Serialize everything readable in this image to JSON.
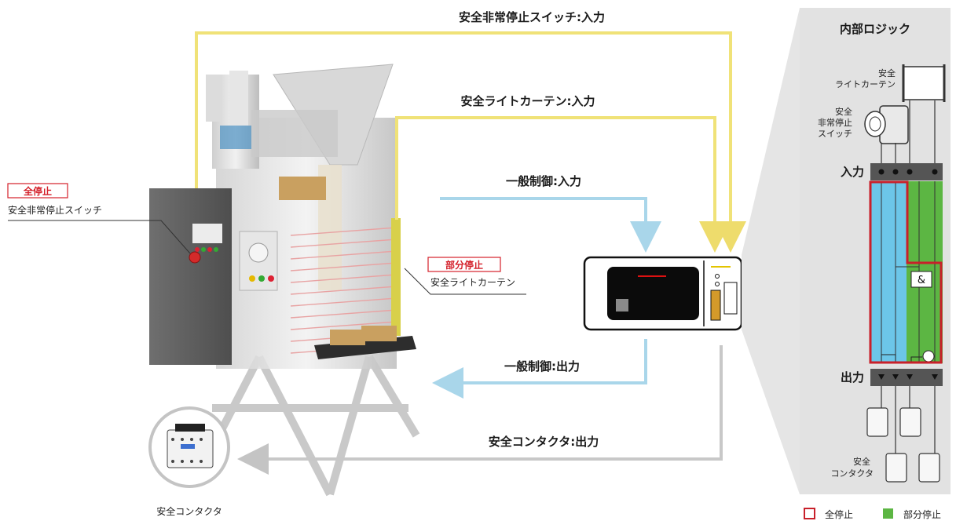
{
  "flows": {
    "estop_input": "安全非常停止スイッチ:入力",
    "curtain_input": "安全ライトカーテン:入力",
    "general_input": "一般制御:入力",
    "general_output": "一般制御:出力",
    "contactor_output": "安全コンタクタ:出力"
  },
  "machine": {
    "full_stop_tag": "全停止",
    "estop_label": "安全非常停止スイッチ",
    "partial_stop_tag": "部分停止",
    "curtain_label": "安全ライトカーテン",
    "contactor_label": "安全コンタクタ"
  },
  "panel": {
    "title": "内部ロジック",
    "curtain_line1": "安全",
    "curtain_line2": "ライトカーテン",
    "estop_line1": "安全",
    "estop_line2": "非常停止",
    "estop_line3": "スイッチ",
    "input_label": "入力",
    "output_label": "出力",
    "and_gate": "&",
    "contactor_line1": "安全",
    "contactor_line2": "コンタクタ"
  },
  "legend": {
    "full_stop": "全停止",
    "partial_stop": "部分停止"
  },
  "colors": {
    "safety_yellow": "#f0e278",
    "general_blue": "#a9d6ea",
    "contactor_gray": "#c8c8c8",
    "full_stop_red": "#c8202a",
    "partial_green": "#5cb643",
    "logic_blue": "#6cc6e8"
  }
}
